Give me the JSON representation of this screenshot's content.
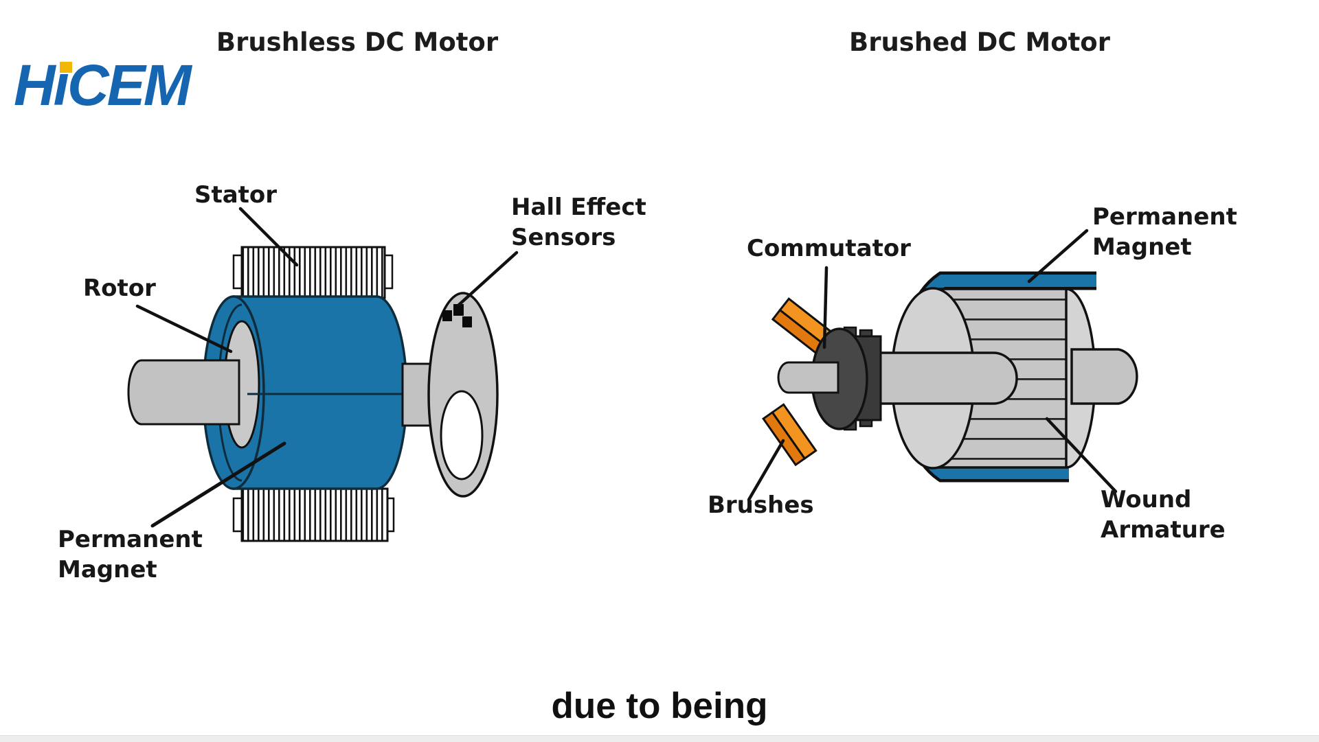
{
  "logo": {
    "part1": "H",
    "part2": "i",
    "part3": "CEM"
  },
  "titles": {
    "left": "Brushless DC Motor",
    "right": "Brushed DC Motor"
  },
  "brushless": {
    "stator": "Stator",
    "rotor": "Rotor",
    "hall_effect": {
      "line1": "Hall Effect",
      "line2": "Sensors"
    },
    "permanent_magnet": {
      "line1": "Permanent",
      "line2": "Magnet"
    }
  },
  "brushed": {
    "commutator": "Commutator",
    "permanent_magnet": {
      "line1": "Permanent",
      "line2": "Magnet"
    },
    "brushes": "Brushes",
    "wound_armature": {
      "line1": "Wound",
      "line2": "Armature"
    }
  },
  "caption": {
    "text": "due to being"
  },
  "colors": {
    "motor_blue": "#1b74a8",
    "brush_orange": "#f49420",
    "brush_orange_dark": "#e2790f",
    "commutator_dark": "#3a3a3a",
    "shaft_grey": "#c2c2c2",
    "armature_grey": "#c6c6c6",
    "logo_blue": "#1565b0",
    "logo_yellow": "#f2b705",
    "label_black": "#171717"
  }
}
